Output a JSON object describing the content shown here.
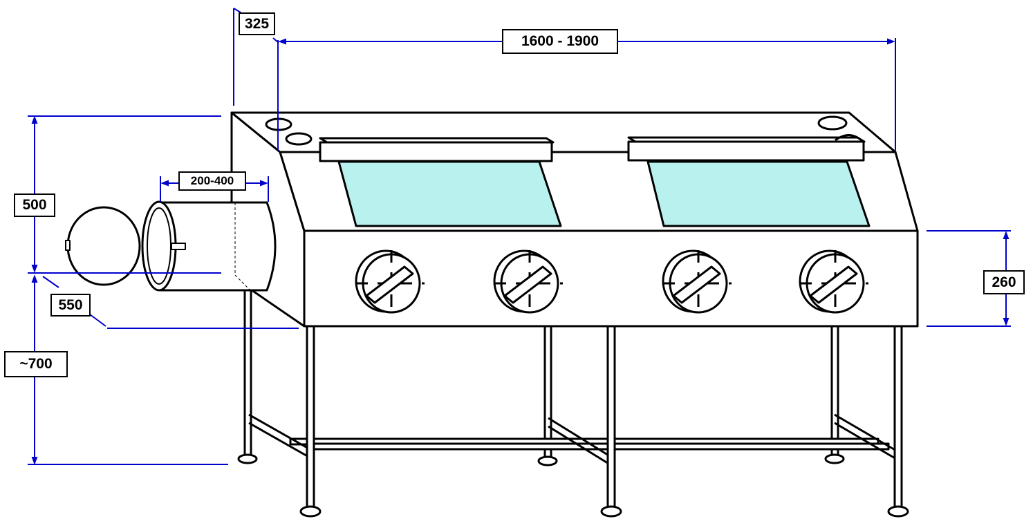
{
  "dimensions": {
    "top_depth": "325",
    "total_length": "1600 - 1900",
    "chamber_length": "200-400",
    "height": "500",
    "front_depth": "550",
    "floor_height": "~700",
    "glove_panel_height": "260"
  },
  "colors": {
    "dimension_line": "#0000cc",
    "window": "#b9f1ee",
    "outline": "#000000",
    "fill": "#ffffff"
  }
}
